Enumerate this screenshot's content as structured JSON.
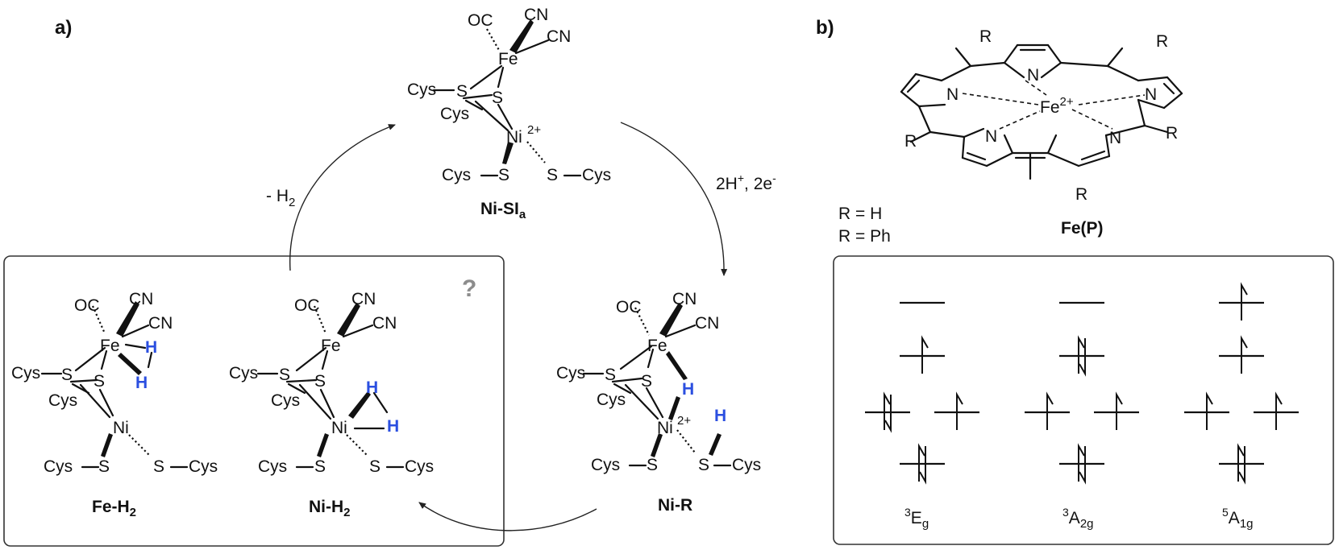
{
  "panel_a": {
    "label": "a)",
    "box_marker": "?",
    "arrow_left": "- H",
    "arrow_left_sub": "2",
    "arrow_right_main": "2H",
    "arrow_right_sup1": "+",
    "arrow_right_mid": ", 2e",
    "arrow_right_sup2": "-",
    "species": [
      {
        "id": "ni-sia",
        "name": "Ni-SI",
        "sub": "a"
      },
      {
        "id": "ni-r",
        "name": "Ni-R",
        "sub": ""
      },
      {
        "id": "ni-h2",
        "name": "Ni-H",
        "sub": "2"
      },
      {
        "id": "fe-h2",
        "name": "Fe-H",
        "sub": "2"
      }
    ],
    "atoms": {
      "oc": "OC",
      "cn": "CN",
      "fe": "Fe",
      "ni": "Ni",
      "s": "S",
      "cys": "Cys",
      "h": "H",
      "charge": "2+"
    }
  },
  "panel_b": {
    "label": "b)",
    "molecule_name": "Fe(",
    "molecule_name_p": "P",
    "molecule_name_end": ")",
    "substituent": "R",
    "nitrogen": "N",
    "iron": "Fe",
    "iron_charge": "2+",
    "r_options": [
      "R = H",
      "R = Ph"
    ],
    "states": [
      {
        "mult": "3",
        "term": "E",
        "sub": "g",
        "occupancy": [
          "empty",
          "up",
          "paired",
          "up",
          "paired"
        ]
      },
      {
        "mult": "3",
        "term": "A",
        "sub": "2g",
        "occupancy": [
          "empty",
          "paired",
          "up",
          "up",
          "paired"
        ]
      },
      {
        "mult": "5",
        "term": "A",
        "sub": "1g",
        "occupancy": [
          "up",
          "up",
          "up",
          "up",
          "paired"
        ]
      }
    ]
  },
  "colors": {
    "hydrogen_highlight": "#2b4fe0",
    "question_mark": "#8c8c8c"
  }
}
